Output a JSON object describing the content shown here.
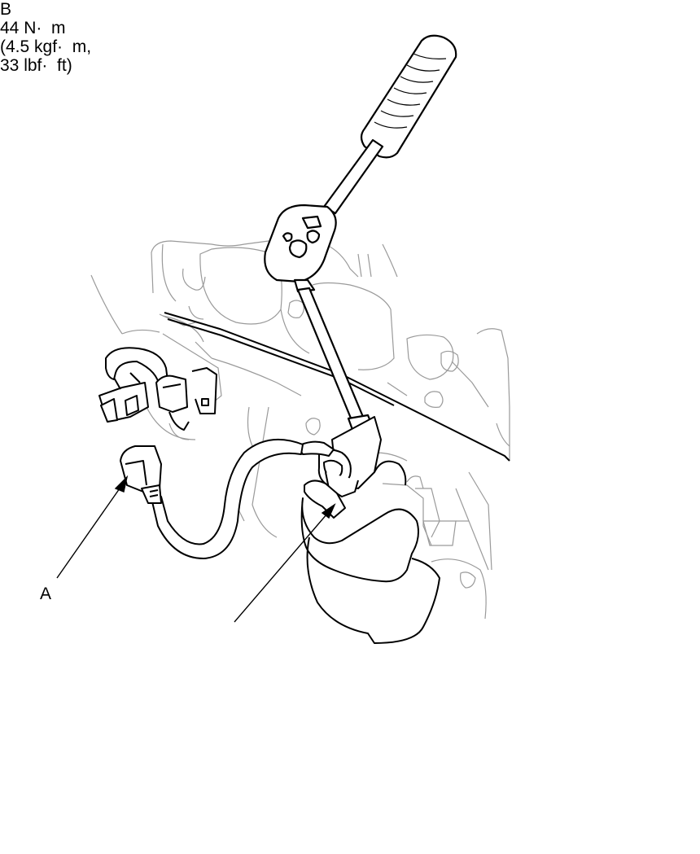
{
  "callouts": {
    "a": {
      "letter": "A"
    },
    "b": {
      "letter": "B",
      "torque_nm": "44 N·  m",
      "torque_kgf": "(4.5 kgf·  m,",
      "torque_lbf": "33 lbf·  ft)"
    }
  },
  "colors": {
    "line": "#000000",
    "background": "#ffffff",
    "detail": "#9a9a9a"
  },
  "icons": [
    "ratchet-wrench",
    "oxygen-sensor-socket",
    "wire-harness-connector",
    "engine-block"
  ]
}
